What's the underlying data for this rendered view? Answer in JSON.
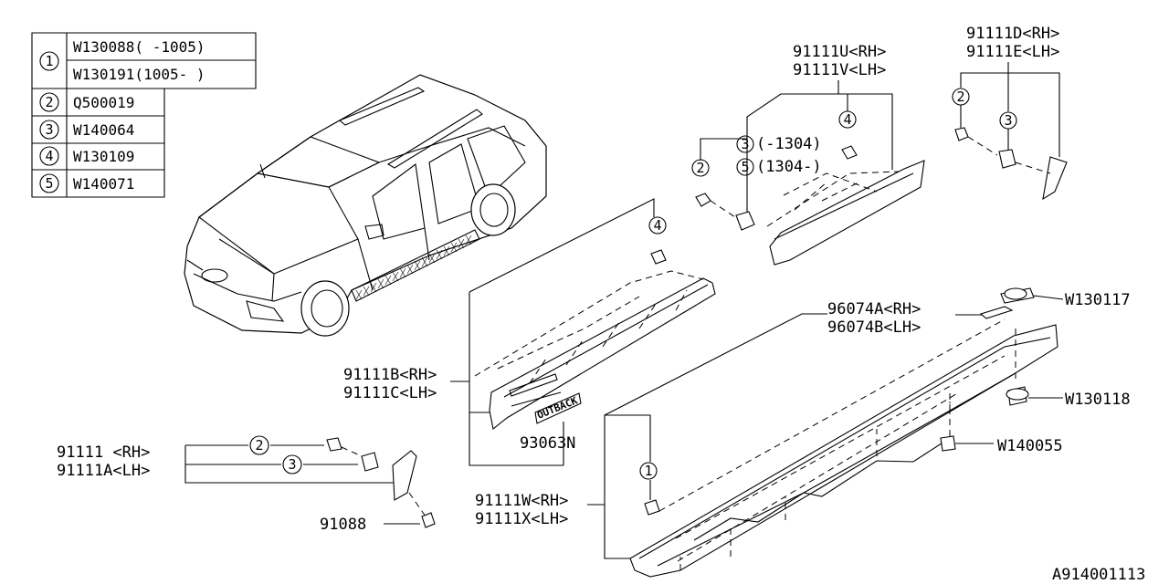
{
  "legend": [
    {
      "no": "1",
      "codes": [
        "W130088(  -1005)",
        "W130191(1005-  )"
      ]
    },
    {
      "no": "2",
      "codes": [
        "Q500019"
      ]
    },
    {
      "no": "3",
      "codes": [
        "W140064"
      ]
    },
    {
      "no": "4",
      "codes": [
        "W130109"
      ]
    },
    {
      "no": "5",
      "codes": [
        "W140071"
      ]
    }
  ],
  "labels": {
    "u_rh": "91111U<RH>",
    "v_lh": "91111V<LH>",
    "d_rh": "91111D<RH>",
    "e_lh": "91111E<LH>",
    "range_3": "(-1304)",
    "range_5": "(1304-)",
    "b_rh": "91111B<RH>",
    "c_lh": "91111C<LH>",
    "emblem": "93063N",
    "emblem_text": "OUTBACK",
    "a96_rh": "96074A<RH>",
    "b96_lh": "96074B<LH>",
    "w130117": "W130117",
    "w130118": "W130118",
    "w140055": "W140055",
    "rh_91111": "91111 <RH>",
    "lh_91111a": "91111A<LH>",
    "p91088": "91088",
    "w_rh": "91111W<RH>",
    "x_lh": "91111X<LH>",
    "drawing_no": "A914001113"
  },
  "callouts": {
    "c1": "1",
    "c2": "2",
    "c3": "3",
    "c4": "4",
    "c5": "5"
  }
}
